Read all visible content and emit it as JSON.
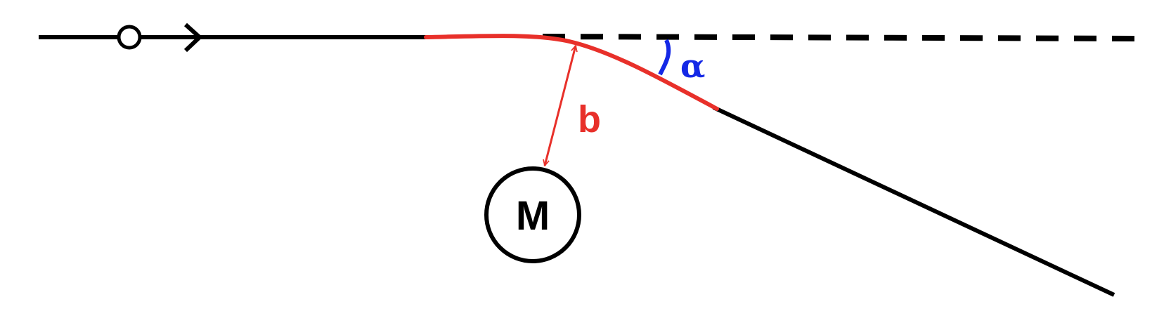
{
  "labels": {
    "impact_parameter": "b",
    "deflection_angle": "α",
    "mass": "M"
  },
  "colors": {
    "path": "#000000",
    "deflection_curve": "#e8302a",
    "impact_parameter": "#e8302a",
    "angle_arc": "#1428e6",
    "angle_label": "#1428e6",
    "mass_outline": "#000000",
    "background": "#ffffff"
  },
  "icons": {
    "source_marker": "open-circle-icon",
    "direction_marker": "chevron-right-icon"
  }
}
